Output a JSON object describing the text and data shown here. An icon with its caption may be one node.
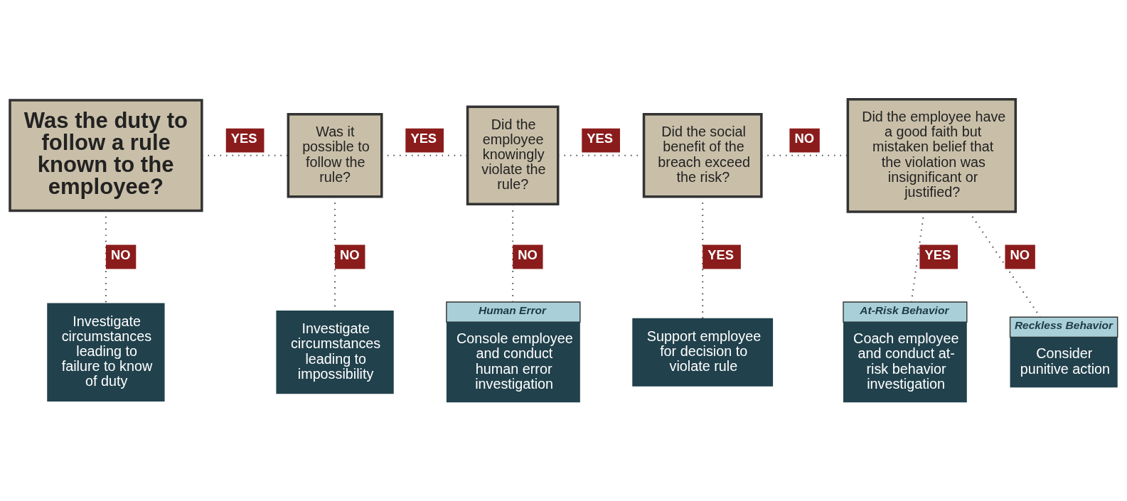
{
  "diagram": {
    "nodes": [
      {
        "text": [
          "Was the duty to follow a rule known to the employee?"
        ]
      },
      {
        "text": [
          "Was it possible to follow the rule?"
        ]
      },
      {
        "text": [
          "Did the employee knowingly violate the rule?"
        ]
      },
      {
        "text": [
          "Did the social benefit of the breach exceed the risk?"
        ]
      },
      {
        "text": [
          "Did the employee have a good faith but mistaken belief that the violation was insignificant or justified?"
        ]
      },
      {
        "text": [
          "Investigate circumstances leading to failure to know of duty"
        ]
      },
      {
        "text": [
          "Investigate circumstances leading to impossibility"
        ]
      },
      {
        "text": [
          "Human Error",
          "Console employee and conduct human error investigation"
        ]
      },
      {
        "text": [
          "Support employee for decision to violate rule"
        ]
      },
      {
        "text": [
          "At-Risk Behavior",
          "Coach employee and conduct at-risk behavior investigation"
        ]
      },
      {
        "text": [
          "Reckless Behavior",
          "Consider punitive action"
        ]
      }
    ],
    "edges": [
      {
        "from": 0,
        "to": 1,
        "arrow": "none",
        "label": "YES",
        "style": "dashed"
      },
      {
        "from": 1,
        "to": 2,
        "arrow": "none",
        "label": "YES",
        "style": "dashed"
      },
      {
        "from": 2,
        "to": 3,
        "arrow": "none",
        "label": "YES",
        "style": "dashed"
      },
      {
        "from": 0,
        "to": 5,
        "arrow": "none",
        "label": "NO",
        "style": "dashed"
      },
      {
        "from": 1,
        "to": 6,
        "arrow": "none",
        "label": "NO",
        "style": "dashed"
      },
      {
        "from": 2,
        "to": 7,
        "arrow": "none",
        "label": "NO",
        "style": "dashed"
      },
      {
        "from": 3,
        "to": 4,
        "arrow": "none",
        "label": "NO",
        "style": "dashed"
      },
      {
        "from": 4,
        "to": 10,
        "arrow": "none",
        "label": "NO",
        "style": "dashed"
      },
      {
        "from": 3,
        "to": 8,
        "arrow": "none",
        "label": "YES",
        "style": "dashed"
      },
      {
        "from": 4,
        "to": 9,
        "arrow": "none",
        "label": "YES",
        "style": "dashed"
      }
    ]
  }
}
